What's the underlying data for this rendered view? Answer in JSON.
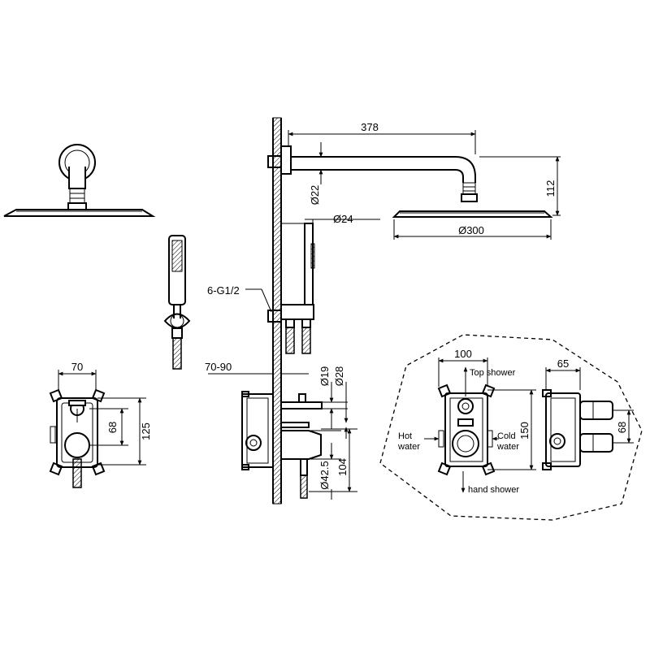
{
  "dimensions": {
    "arm_length": "378",
    "arm_diameter": "Ø22",
    "head_drop": "112",
    "head_diameter": "Ø300",
    "rail_diameter": "Ø24",
    "thread": "6-G1/2",
    "wall_depth": "70-90",
    "spout_d19": "Ø19",
    "spout_d28": "Ø28",
    "handle_d": "Ø42.5",
    "handle_len": "104",
    "plate_width": "70",
    "plate_height": "125",
    "plate_inner": "68",
    "valve_width": "100",
    "valve_height": "150",
    "side_width": "65",
    "side_height": "68"
  },
  "labels": {
    "top_shower": "Top shower",
    "hot_line1": "Hot",
    "hot_line2": "water",
    "cold_line1": "Cold",
    "cold_line2": "water",
    "hand_shower": "hand shower"
  }
}
